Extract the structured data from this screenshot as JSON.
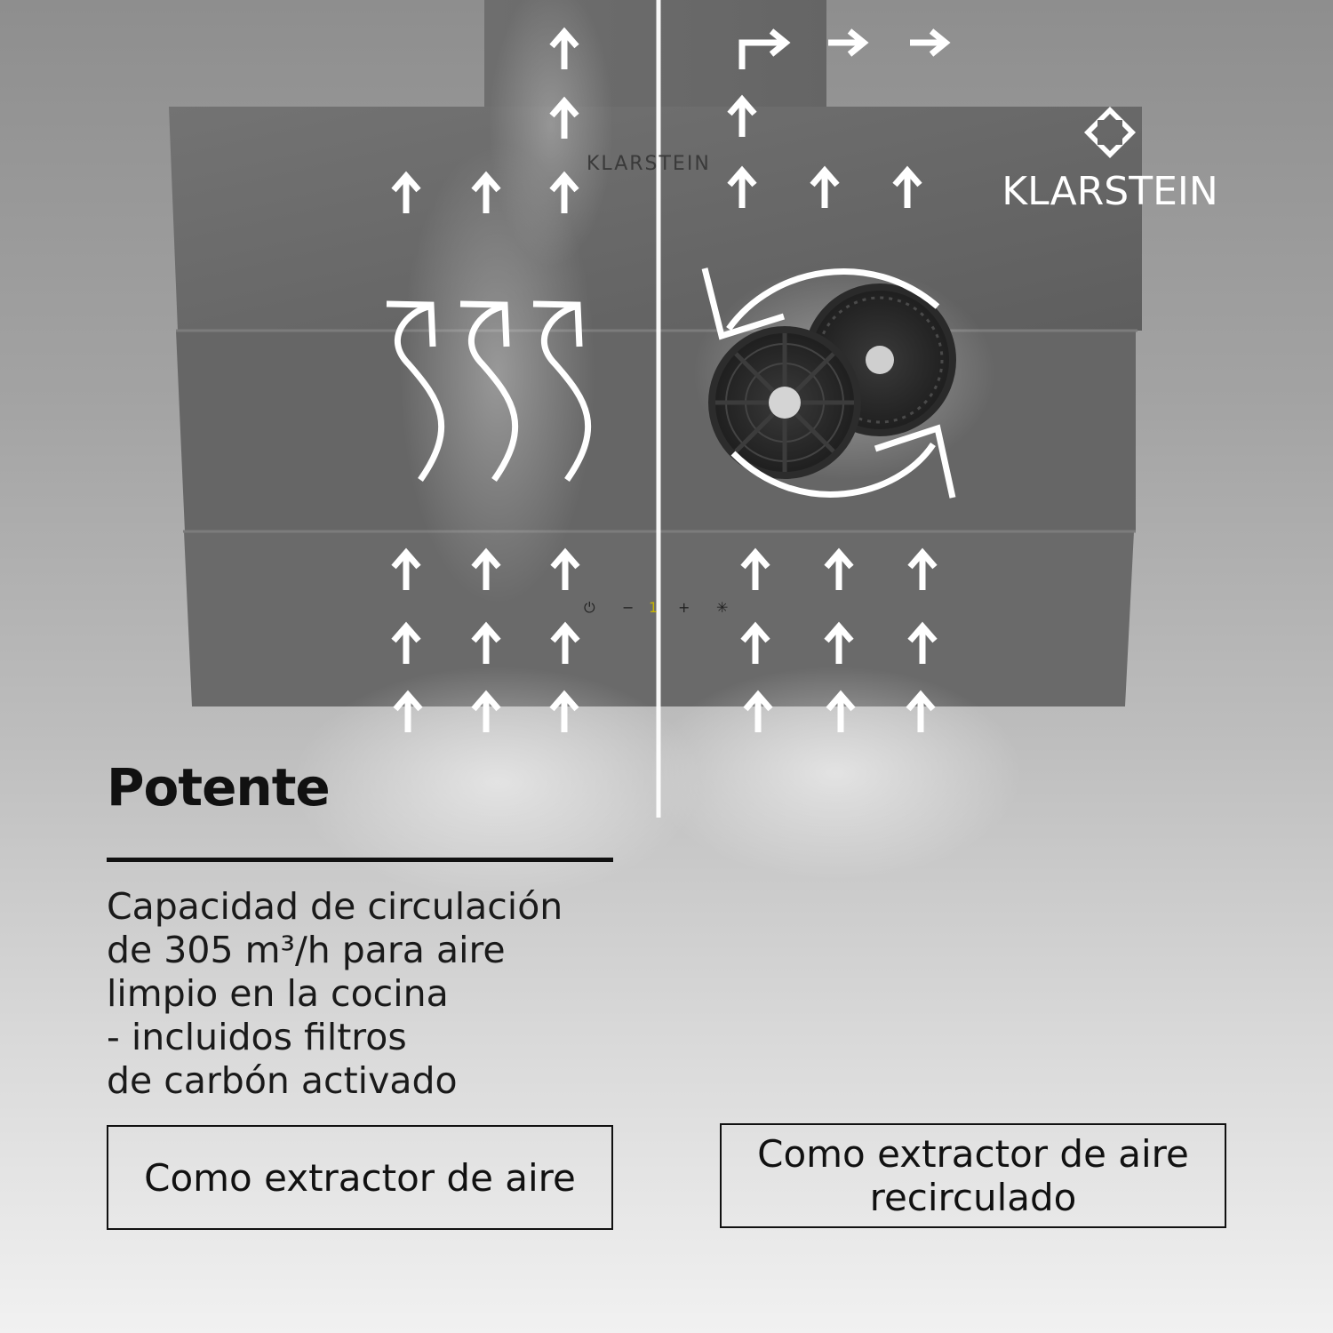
{
  "brand": {
    "name": "KLARSTEIN",
    "hood_print": "KLARSTEIN",
    "logo_icon": "klarstein-diamond-icon"
  },
  "controls": {
    "power": "⏻",
    "minus": "−",
    "level": "1",
    "plus": "+",
    "light": "✳"
  },
  "headline": "Potente",
  "description_lines": [
    "Capacidad de circulación",
    "de 305 m³/h para aire",
    "limpio en la cocina",
    "- incluidos filtros",
    "de carbón activado"
  ],
  "modes": {
    "left": {
      "lines": [
        "Como extractor de aire"
      ],
      "icon": "exhaust-airflow-arrows"
    },
    "right": {
      "lines": [
        "Como extractor de aire",
        "recirculado"
      ],
      "icon": "recirculation-arrows"
    }
  },
  "colors": {
    "arrow": "#ffffff",
    "hood": "#6b6b6b",
    "text": "#111111"
  }
}
